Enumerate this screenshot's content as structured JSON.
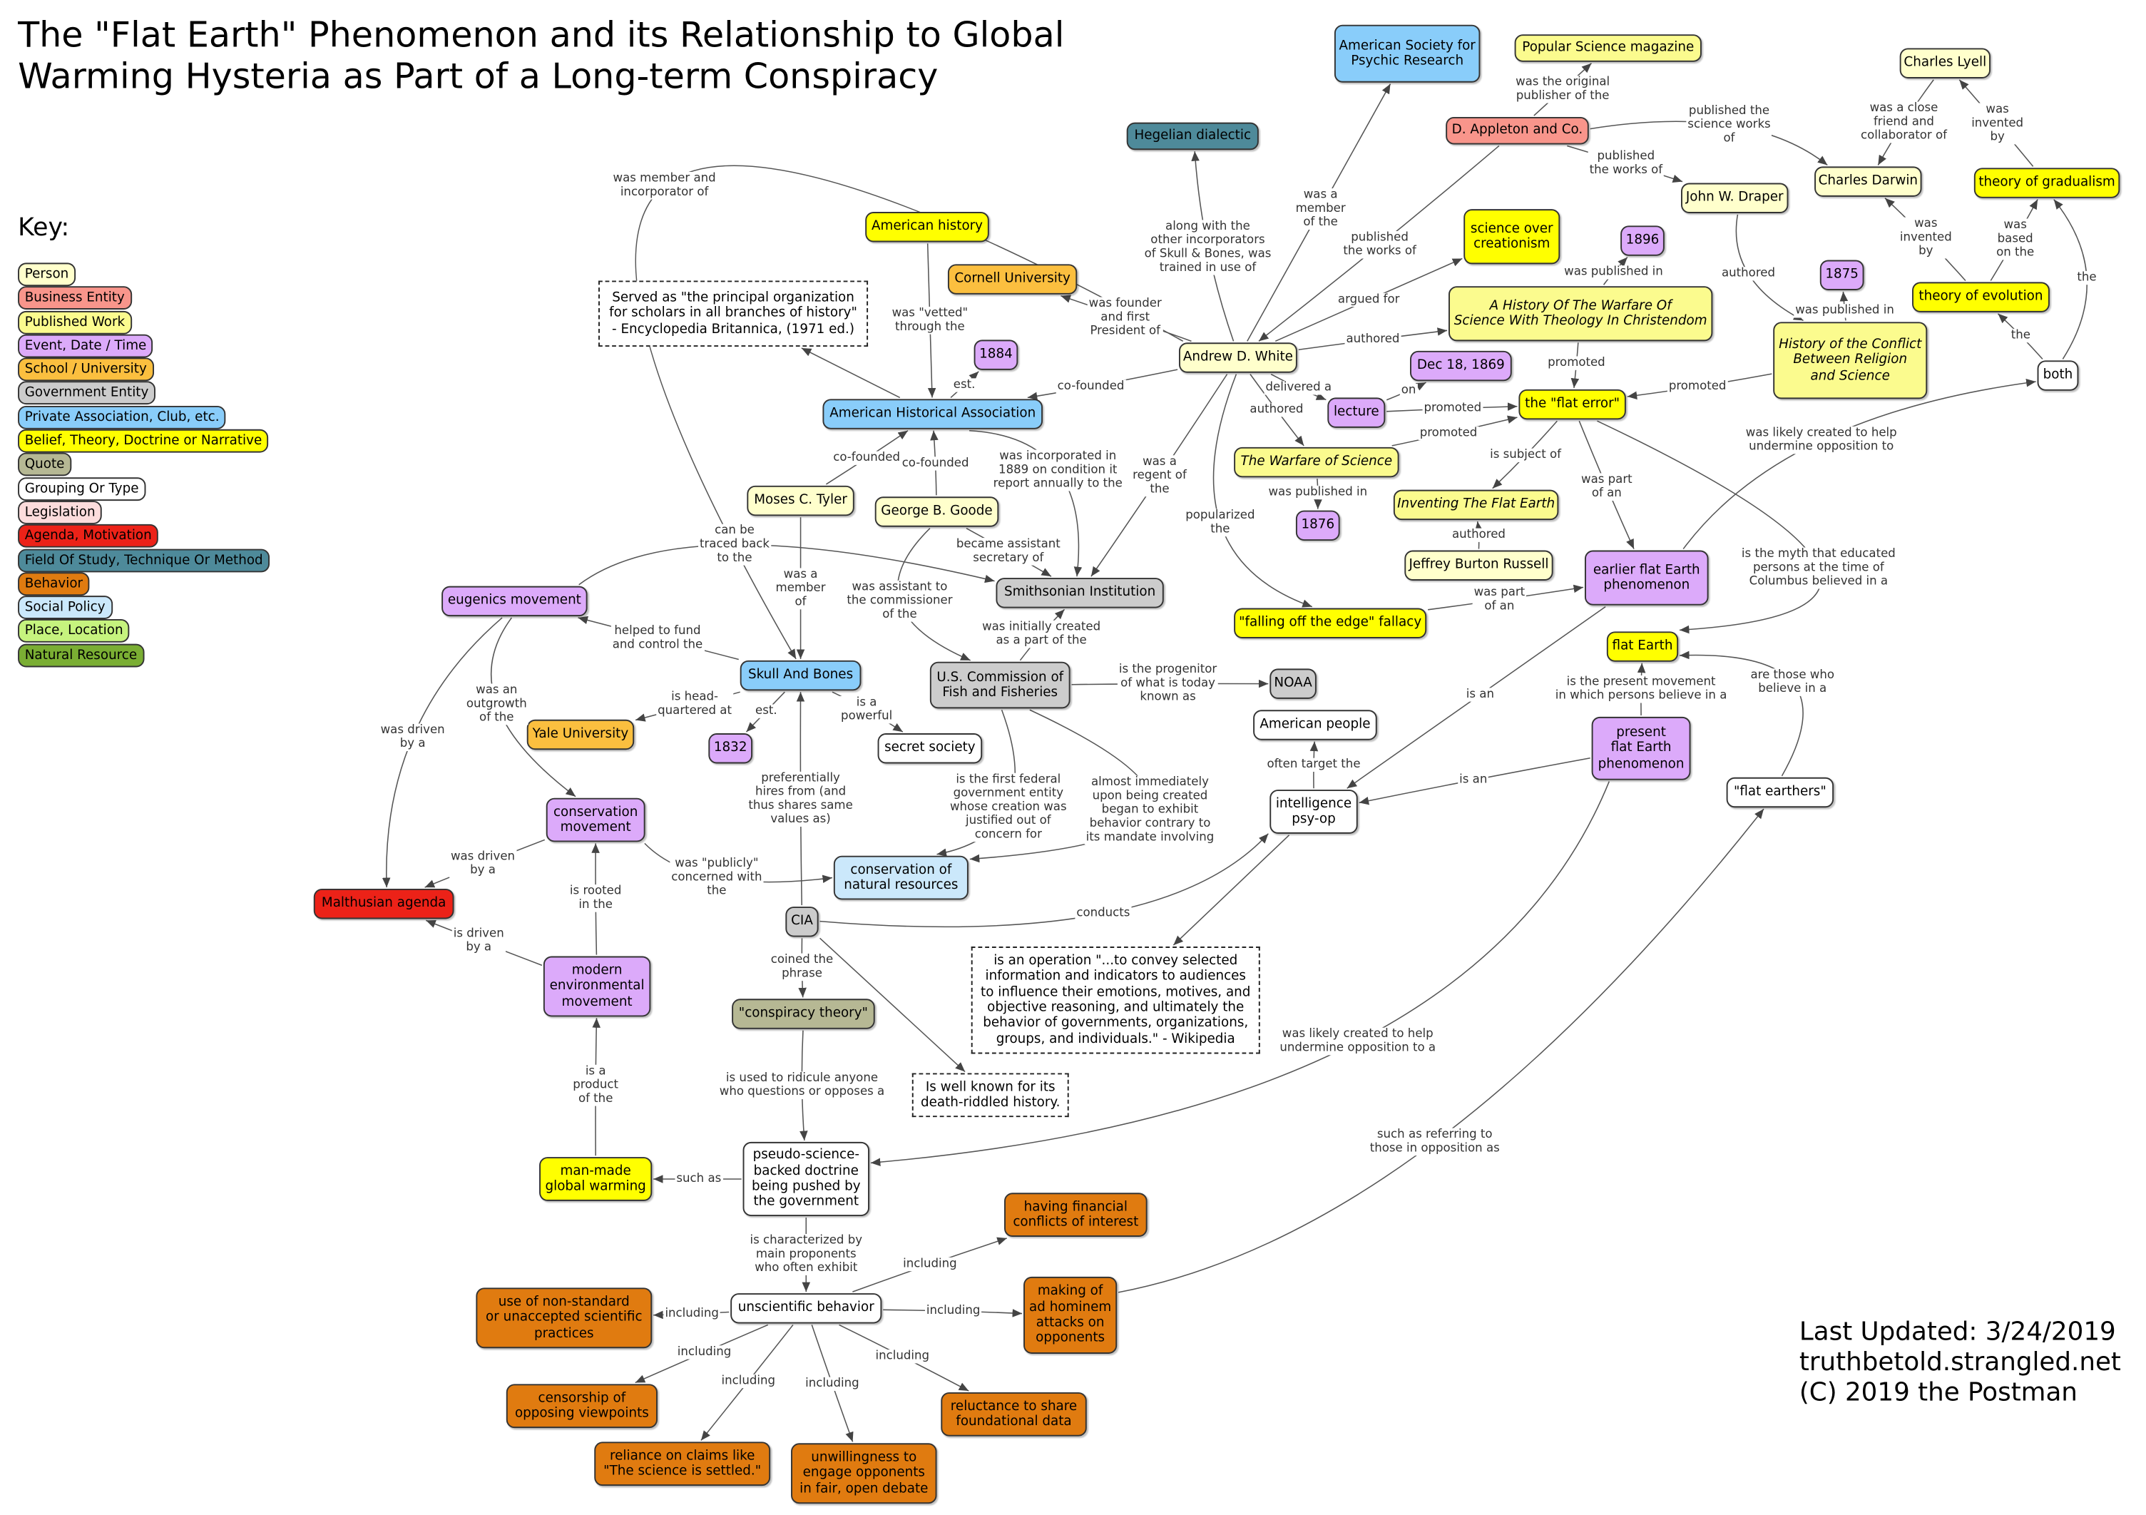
{
  "title": "The \"Flat Earth\" Phenomenon and its Relationship to Global\nWarming Hysteria as Part of a Long-term Conspiracy",
  "key_title": "Key:",
  "colors": {
    "person": "#ffffcc",
    "business": "#f8958b",
    "published": "#fbfb8e",
    "event": "#dcaafa",
    "school": "#fbbf3f",
    "government": "#cccccc",
    "private": "#89cdfa",
    "belief": "#ffff00",
    "quote": "#b6b894",
    "grouping": "#ffffff",
    "legislation": "#fcdcdc",
    "agenda": "#ec2218",
    "field": "#4e8a9a",
    "behavior": "#e07b10",
    "social": "#cbe8fb",
    "place": "#c6f37e",
    "natural": "#7aae33"
  },
  "legend": [
    {
      "label": "Person",
      "type": "person"
    },
    {
      "label": "Business Entity",
      "type": "business"
    },
    {
      "label": "Published Work",
      "type": "published"
    },
    {
      "label": "Event, Date / Time",
      "type": "event"
    },
    {
      "label": "School / University",
      "type": "school"
    },
    {
      "label": "Government Entity",
      "type": "government"
    },
    {
      "label": "Private Association, Club, etc.",
      "type": "private"
    },
    {
      "label": "Belief, Theory, Doctrine or Narrative",
      "type": "belief"
    },
    {
      "label": "Quote",
      "type": "quote"
    },
    {
      "label": "Grouping Or Type",
      "type": "grouping"
    },
    {
      "label": "Legislation",
      "type": "legislation"
    },
    {
      "label": "Agenda, Motivation",
      "type": "agenda"
    },
    {
      "label": "Field Of Study, Technique Or Method",
      "type": "field"
    },
    {
      "label": "Behavior",
      "type": "behavior"
    },
    {
      "label": "Social Policy",
      "type": "social"
    },
    {
      "label": "Place, Location",
      "type": "place"
    },
    {
      "label": "Natural Resource",
      "type": "natural"
    }
  ],
  "nodes": [
    {
      "id": "hegel",
      "label": "Hegelian dialectic",
      "type": "field"
    },
    {
      "id": "aspr",
      "label": "American Society for\nPsychic Research",
      "type": "private"
    },
    {
      "id": "popsci",
      "label": "Popular Science magazine",
      "type": "published"
    },
    {
      "id": "appleton",
      "label": "D. Appleton and Co.",
      "type": "business"
    },
    {
      "id": "lyell",
      "label": "Charles Lyell",
      "type": "person"
    },
    {
      "id": "darwin",
      "label": "Charles Darwin",
      "type": "person"
    },
    {
      "id": "gradualism",
      "label": "theory of gradualism",
      "type": "belief"
    },
    {
      "id": "draper",
      "label": "John W. Draper",
      "type": "person"
    },
    {
      "id": "creationism",
      "label": "science over\ncreationism",
      "type": "belief"
    },
    {
      "id": "y1896",
      "label": "1896",
      "type": "event"
    },
    {
      "id": "y1875",
      "label": "1875",
      "type": "event"
    },
    {
      "id": "evolution",
      "label": "theory of evolution",
      "type": "belief"
    },
    {
      "id": "warfareTheology",
      "label": "A History Of The Warfare Of\nScience With Theology In Christendom",
      "type": "published"
    },
    {
      "id": "conflict",
      "label": "History of the Conflict\nBetween Religion\nand Science",
      "type": "published"
    },
    {
      "id": "both",
      "label": "both",
      "type": "grouping"
    },
    {
      "id": "amhistory",
      "label": "American history",
      "type": "belief"
    },
    {
      "id": "cornell",
      "label": "Cornell University",
      "type": "school"
    },
    {
      "id": "quote1",
      "label": "Served as \"the principal organization\nfor scholars in all branches of history\"\n- Encyclopedia Britannica, (1971 ed.)",
      "type": "grouping"
    },
    {
      "id": "y1884",
      "label": "1884",
      "type": "event"
    },
    {
      "id": "white",
      "label": "Andrew D. White",
      "type": "person"
    },
    {
      "id": "dec1869",
      "label": "Dec 18, 1869",
      "type": "event"
    },
    {
      "id": "lecture",
      "label": "lecture",
      "type": "event"
    },
    {
      "id": "flaterror",
      "label": "the \"flat error\"",
      "type": "belief"
    },
    {
      "id": "aha",
      "label": "American Historical Association",
      "type": "private"
    },
    {
      "id": "warfare",
      "label": "The Warfare of Science",
      "type": "published"
    },
    {
      "id": "y1876",
      "label": "1876",
      "type": "event"
    },
    {
      "id": "inventing",
      "label": "Inventing The Flat Earth",
      "type": "published"
    },
    {
      "id": "russell",
      "label": "Jeffrey Burton Russell",
      "type": "person"
    },
    {
      "id": "earlierfe",
      "label": "earlier flat Earth\nphenomenon",
      "type": "event"
    },
    {
      "id": "tyler",
      "label": "Moses C. Tyler",
      "type": "person"
    },
    {
      "id": "goode",
      "label": "George B. Goode",
      "type": "person"
    },
    {
      "id": "smithsonian",
      "label": "Smithsonian Institution",
      "type": "government"
    },
    {
      "id": "eugenics",
      "label": "eugenics movement",
      "type": "event"
    },
    {
      "id": "falling",
      "label": "\"falling off the edge\" fallacy",
      "type": "belief"
    },
    {
      "id": "flatearth",
      "label": "flat Earth",
      "type": "belief"
    },
    {
      "id": "skull",
      "label": "Skull And Bones",
      "type": "private"
    },
    {
      "id": "fishcomm",
      "label": "U.S. Commission of\nFish and Fisheries",
      "type": "government"
    },
    {
      "id": "noaa",
      "label": "NOAA",
      "type": "government"
    },
    {
      "id": "yale",
      "label": "Yale University",
      "type": "school"
    },
    {
      "id": "y1832",
      "label": "1832",
      "type": "event"
    },
    {
      "id": "secret",
      "label": "secret society",
      "type": "grouping"
    },
    {
      "id": "ampeople",
      "label": "American people",
      "type": "grouping"
    },
    {
      "id": "presentfe",
      "label": "present\nflat Earth\nphenomenon",
      "type": "event"
    },
    {
      "id": "flatearthers",
      "label": "\"flat earthers\"",
      "type": "grouping"
    },
    {
      "id": "psyop",
      "label": "intelligence\npsy-op",
      "type": "grouping"
    },
    {
      "id": "consmov",
      "label": "conservation\nmovement",
      "type": "event"
    },
    {
      "id": "consnat",
      "label": "conservation of\nnatural resources",
      "type": "social"
    },
    {
      "id": "malthus",
      "label": "Malthusian agenda",
      "type": "agenda"
    },
    {
      "id": "cia",
      "label": "CIA",
      "type": "government"
    },
    {
      "id": "modernenv",
      "label": "modern\nenvironmental\nmovement",
      "type": "event"
    },
    {
      "id": "quote2",
      "label": "is an operation \"...to convey selected\ninformation and indicators to audiences\nto influence their emotions, motives, and\nobjective reasoning, and ultimately the\nbehavior of governments, organizations,\ngroups, and individuals.\" - Wikipedia",
      "type": "grouping"
    },
    {
      "id": "conspiracy",
      "label": "\"conspiracy theory\"",
      "type": "quote"
    },
    {
      "id": "deathbox",
      "label": "Is well known for its\ndeath-riddled history.",
      "type": "grouping"
    },
    {
      "id": "pseudo",
      "label": "pseudo-science-\nbacked doctrine\nbeing pushed by\nthe government",
      "type": "grouping"
    },
    {
      "id": "mmgw",
      "label": "man-made\nglobal warming",
      "type": "belief"
    },
    {
      "id": "financial",
      "label": "having financial\nconflicts of interest",
      "type": "behavior"
    },
    {
      "id": "unscientific",
      "label": "unscientific behavior",
      "type": "grouping"
    },
    {
      "id": "nonstandard",
      "label": "use of non-standard\nor unaccepted scientific\npractices",
      "type": "behavior"
    },
    {
      "id": "adhominem",
      "label": "making of\nad hominem\nattacks on\nopponents",
      "type": "behavior"
    },
    {
      "id": "censorship",
      "label": "censorship of\nopposing viewpoints",
      "type": "behavior"
    },
    {
      "id": "reliance",
      "label": "reliance on claims like\n\"The science is settled.\"",
      "type": "behavior"
    },
    {
      "id": "unwilling",
      "label": "unwillingness to\nengage opponents\nin fair, open debate",
      "type": "behavior"
    },
    {
      "id": "reluctance",
      "label": "reluctance to share\nfoundational data",
      "type": "behavior"
    }
  ],
  "edges": [
    {
      "from": "white",
      "to": "hegel",
      "label": "along with the\nother incorporators\nof Skull & Bones, was\ntrained in use of"
    },
    {
      "from": "white",
      "to": "aspr",
      "label": "was a\nmember\nof the"
    },
    {
      "from": "white",
      "to": "skull",
      "label": "was member and\nincorporator of"
    },
    {
      "from": "white",
      "to": "cornell",
      "label": "was founder\nand first\nPresident of"
    },
    {
      "from": "white",
      "to": "aha",
      "label": "co-founded"
    },
    {
      "from": "white",
      "to": "creationism",
      "label": "argued for"
    },
    {
      "from": "white",
      "to": "warfareTheology",
      "label": "authored"
    },
    {
      "from": "appleton",
      "to": "white",
      "label": "published\nthe works of"
    },
    {
      "from": "appleton",
      "to": "popsci",
      "label": "was the original\npublisher of the"
    },
    {
      "from": "appleton",
      "to": "darwin",
      "label": "published the\nscience works\nof"
    },
    {
      "from": "appleton",
      "to": "draper",
      "label": "published\nthe works of"
    },
    {
      "from": "lyell",
      "to": "darwin",
      "label": "was a close\nfriend and\ncollaborator of"
    },
    {
      "from": "gradualism",
      "to": "lyell",
      "label": "was\ninvented\nby"
    },
    {
      "from": "evolution",
      "to": "darwin",
      "label": "was\ninvented\nby"
    },
    {
      "from": "evolution",
      "to": "gradualism",
      "label": "was\nbased\non the"
    },
    {
      "from": "both",
      "to": "evolution",
      "label": "the"
    },
    {
      "from": "both",
      "to": "gradualism",
      "label": "the"
    },
    {
      "from": "draper",
      "to": "conflict",
      "label": "authored"
    },
    {
      "from": "conflict",
      "to": "y1875",
      "label": "was published in"
    },
    {
      "from": "conflict",
      "to": "flaterror",
      "label": "promoted"
    },
    {
      "from": "warfareTheology",
      "to": "y1896",
      "label": "was published in"
    },
    {
      "from": "warfareTheology",
      "to": "flaterror",
      "label": "promoted"
    },
    {
      "from": "white",
      "to": "lecture",
      "label": "delivered a"
    },
    {
      "from": "lecture",
      "to": "dec1869",
      "label": "on"
    },
    {
      "from": "lecture",
      "to": "flaterror",
      "label": "promoted"
    },
    {
      "from": "white",
      "to": "warfare",
      "label": "authored"
    },
    {
      "from": "warfare",
      "to": "flaterror",
      "label": "promoted"
    },
    {
      "from": "warfare",
      "to": "y1876",
      "label": "was published in"
    },
    {
      "from": "flaterror",
      "to": "inventing",
      "label": "is subject of"
    },
    {
      "from": "russell",
      "to": "inventing",
      "label": "authored"
    },
    {
      "from": "flaterror",
      "to": "earlierfe",
      "label": "was part\nof an"
    },
    {
      "from": "flaterror",
      "to": "flatearth",
      "label": "is the myth that educated\npersons at the time of\nColumbus believed in a"
    },
    {
      "from": "earlierfe",
      "to": "both",
      "label": "was likely created to help\nundermine opposition to"
    },
    {
      "from": "falling",
      "to": "earlierfe",
      "label": "was part\nof an"
    },
    {
      "from": "white",
      "to": "falling",
      "label": "popularized\nthe"
    },
    {
      "from": "white",
      "to": "smithsonian",
      "label": "was a\nregent of\nthe"
    },
    {
      "from": "aha",
      "to": "quote1",
      "label": ""
    },
    {
      "from": "amhistory",
      "to": "aha",
      "label": "was \"vetted\"\nthrough the"
    },
    {
      "from": "aha",
      "to": "y1884",
      "label": "est."
    },
    {
      "from": "aha",
      "to": "smithsonian",
      "label": "was incorporated in\n1889 on condition it\nreport annually to the"
    },
    {
      "from": "tyler",
      "to": "aha",
      "label": "co-founded"
    },
    {
      "from": "goode",
      "to": "aha",
      "label": "co-founded"
    },
    {
      "from": "goode",
      "to": "smithsonian",
      "label": "became assistant\nsecretary of"
    },
    {
      "from": "goode",
      "to": "fishcomm",
      "label": "was assistant to\nthe commissioner\nof the"
    },
    {
      "from": "tyler",
      "to": "skull",
      "label": "was a\nmember\nof"
    },
    {
      "from": "eugenics",
      "to": "smithsonian",
      "label": "can be\ntraced back\nto the"
    },
    {
      "from": "skull",
      "to": "eugenics",
      "label": "helped to fund\nand control the"
    },
    {
      "from": "eugenics",
      "to": "malthus",
      "label": "was driven\nby a"
    },
    {
      "from": "eugenics",
      "to": "consmov",
      "label": "was an\noutgrowth\nof the"
    },
    {
      "from": "skull",
      "to": "yale",
      "label": "is head-\nquartered at"
    },
    {
      "from": "skull",
      "to": "y1832",
      "label": "est."
    },
    {
      "from": "skull",
      "to": "secret",
      "label": "is a\npowerful"
    },
    {
      "from": "fishcomm",
      "to": "smithsonian",
      "label": "was initially created\nas a part of the"
    },
    {
      "from": "fishcomm",
      "to": "noaa",
      "label": "is the progenitor\nof what is today\nknown as"
    },
    {
      "from": "fishcomm",
      "to": "consnat",
      "label": "is the first federal\ngovernment entity\nwhose creation was\njustified out of\nconcern for"
    },
    {
      "from": "fishcomm",
      "to": "consnat",
      "label": "almost immediately\nupon being created\nbegan to exhibit\nbehavior contrary to\nits mandate involving"
    },
    {
      "from": "consmov",
      "to": "consnat",
      "label": "was \"publicly\"\nconcerned with\nthe"
    },
    {
      "from": "consmov",
      "to": "malthus",
      "label": "was driven\nby a"
    },
    {
      "from": "modernenv",
      "to": "consmov",
      "label": "is rooted\nin the"
    },
    {
      "from": "modernenv",
      "to": "malthus",
      "label": "is driven\nby a"
    },
    {
      "from": "cia",
      "to": "skull",
      "label": "preferentially\nhires from (and\nthus shares same\nvalues as)"
    },
    {
      "from": "cia",
      "to": "psyop",
      "label": "conducts"
    },
    {
      "from": "cia",
      "to": "conspiracy",
      "label": "coined the\nphrase"
    },
    {
      "from": "cia",
      "to": "deathbox",
      "label": ""
    },
    {
      "from": "psyop",
      "to": "ampeople",
      "label": "often target the"
    },
    {
      "from": "psyop",
      "to": "quote2",
      "label": ""
    },
    {
      "from": "earlierfe",
      "to": "psyop",
      "label": "is an"
    },
    {
      "from": "presentfe",
      "to": "psyop",
      "label": "is an"
    },
    {
      "from": "presentfe",
      "to": "flatearth",
      "label": "is the present movement\nin which persons believe in a"
    },
    {
      "from": "flatearthers",
      "to": "flatearth",
      "label": "are those who\nbelieve in a"
    },
    {
      "from": "presentfe",
      "to": "pseudo",
      "label": "was likely created to help\nundermine opposition to a"
    },
    {
      "from": "adhominem",
      "to": "flatearthers",
      "label": "such as referring to\nthose in opposition as"
    },
    {
      "from": "conspiracy",
      "to": "pseudo",
      "label": "is used to ridicule anyone\nwho questions or opposes a"
    },
    {
      "from": "pseudo",
      "to": "mmgw",
      "label": "such as"
    },
    {
      "from": "mmgw",
      "to": "modernenv",
      "label": "is a\nproduct\nof the"
    },
    {
      "from": "pseudo",
      "to": "unscientific",
      "label": "is characterized by\nmain proponents\nwho often exhibit"
    },
    {
      "from": "unscientific",
      "to": "financial",
      "label": "including"
    },
    {
      "from": "unscientific",
      "to": "nonstandard",
      "label": "including"
    },
    {
      "from": "unscientific",
      "to": "adhominem",
      "label": "including"
    },
    {
      "from": "unscientific",
      "to": "censorship",
      "label": "including"
    },
    {
      "from": "unscientific",
      "to": "reliance",
      "label": "including"
    },
    {
      "from": "unscientific",
      "to": "unwilling",
      "label": "including"
    },
    {
      "from": "unscientific",
      "to": "reluctance",
      "label": "including"
    }
  ],
  "footer": "Last Updated: 3/24/2019\ntruthbetold.strangled.net\n(C) 2019 the Postman"
}
